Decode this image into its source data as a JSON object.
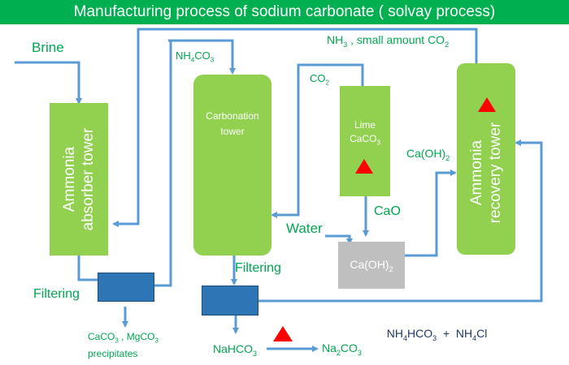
{
  "title": "Manufacturing process of sodium carbonate ( solvay process)",
  "equipment": {
    "absorber": [
      "Ammonia",
      "absorber tower"
    ],
    "carbonation": [
      "Carbonation",
      "tower"
    ],
    "lime": [
      "Lime",
      "CaCO",
      "3"
    ],
    "recovery": [
      "Ammonia",
      "recovery tower"
    ],
    "caoh2_box": [
      "Ca(OH)",
      "2"
    ]
  },
  "labels": {
    "brine": "Brine",
    "nh4co3": [
      "NH",
      "4",
      "CO",
      "3"
    ],
    "nh3_co2": [
      "NH",
      "3",
      " , small amount CO",
      "2"
    ],
    "co2": [
      "CO",
      "2"
    ],
    "caoh2": [
      "Ca(OH)",
      "2"
    ],
    "cao": "CaO",
    "water": "Water",
    "filtering_left": "Filtering",
    "filtering_mid": "Filtering",
    "precip": [
      "CaCO",
      "3",
      " , MgCO",
      "3",
      "precipitates"
    ],
    "nahco3": [
      "NaHCO",
      "3"
    ],
    "na2co3": [
      "Na",
      "2",
      "CO",
      "3"
    ],
    "nh4hco3_nh4cl": [
      "NH",
      "4",
      "HCO",
      "3",
      "  +  NH",
      "4",
      "Cl"
    ]
  },
  "colors": {
    "banner": "#00b050",
    "tower": "#92d050",
    "filter": "#2e75b6",
    "arrow": "#5b9bd5",
    "heat": "#ff0000",
    "label": "#00a651"
  }
}
